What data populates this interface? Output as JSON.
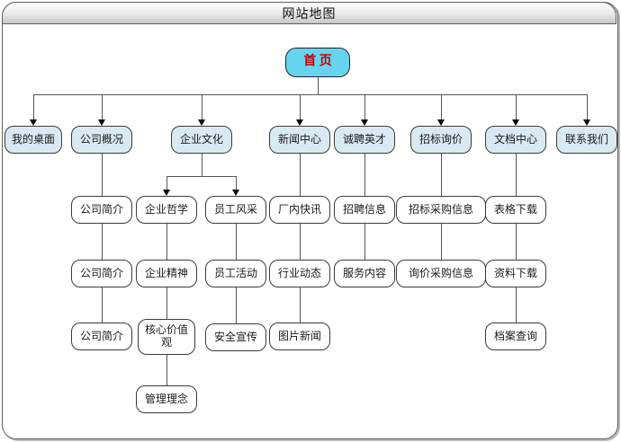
{
  "window": {
    "title": "网站地图"
  },
  "colors": {
    "root_fill": "#66d4ee",
    "root_text": "#c80000",
    "level1_fill": "#d9e9f0",
    "child_fill": "#ffffff",
    "connector": "#555555",
    "arrowhead": "#000000",
    "titlebar_gradient_top": "#fcfcfc",
    "titlebar_gradient_bottom": "#c7c7c7"
  },
  "diagram": {
    "root": {
      "label": "首 页"
    },
    "branches": [
      {
        "label": "我的桌面",
        "children": []
      },
      {
        "label": "公司概况",
        "children": [
          {
            "label": "公司简介"
          },
          {
            "label": "公司简介"
          },
          {
            "label": "公司简介"
          }
        ]
      },
      {
        "label": "企业文化",
        "children": [
          {
            "label": "企业哲学",
            "children": [
              {
                "label": "企业精神"
              },
              {
                "label": "核心价值观"
              },
              {
                "label": "管理理念"
              }
            ]
          },
          {
            "label": "员工风采",
            "children": [
              {
                "label": "员工活动"
              },
              {
                "label": "安全宣传"
              }
            ]
          }
        ]
      },
      {
        "label": "新闻中心",
        "children": [
          {
            "label": "厂内快讯"
          },
          {
            "label": "行业动态"
          },
          {
            "label": "图片新闻"
          }
        ]
      },
      {
        "label": "诚聘英才",
        "children": [
          {
            "label": "招聘信息"
          },
          {
            "label": "服务内容"
          }
        ]
      },
      {
        "label": "招标询价",
        "children": [
          {
            "label": "招标采购信息"
          },
          {
            "label": "询价采购信息"
          }
        ]
      },
      {
        "label": "文档中心",
        "children": [
          {
            "label": "表格下载"
          },
          {
            "label": "资料下载"
          },
          {
            "label": "档案查询"
          }
        ]
      },
      {
        "label": "联系我们",
        "children": []
      }
    ]
  }
}
